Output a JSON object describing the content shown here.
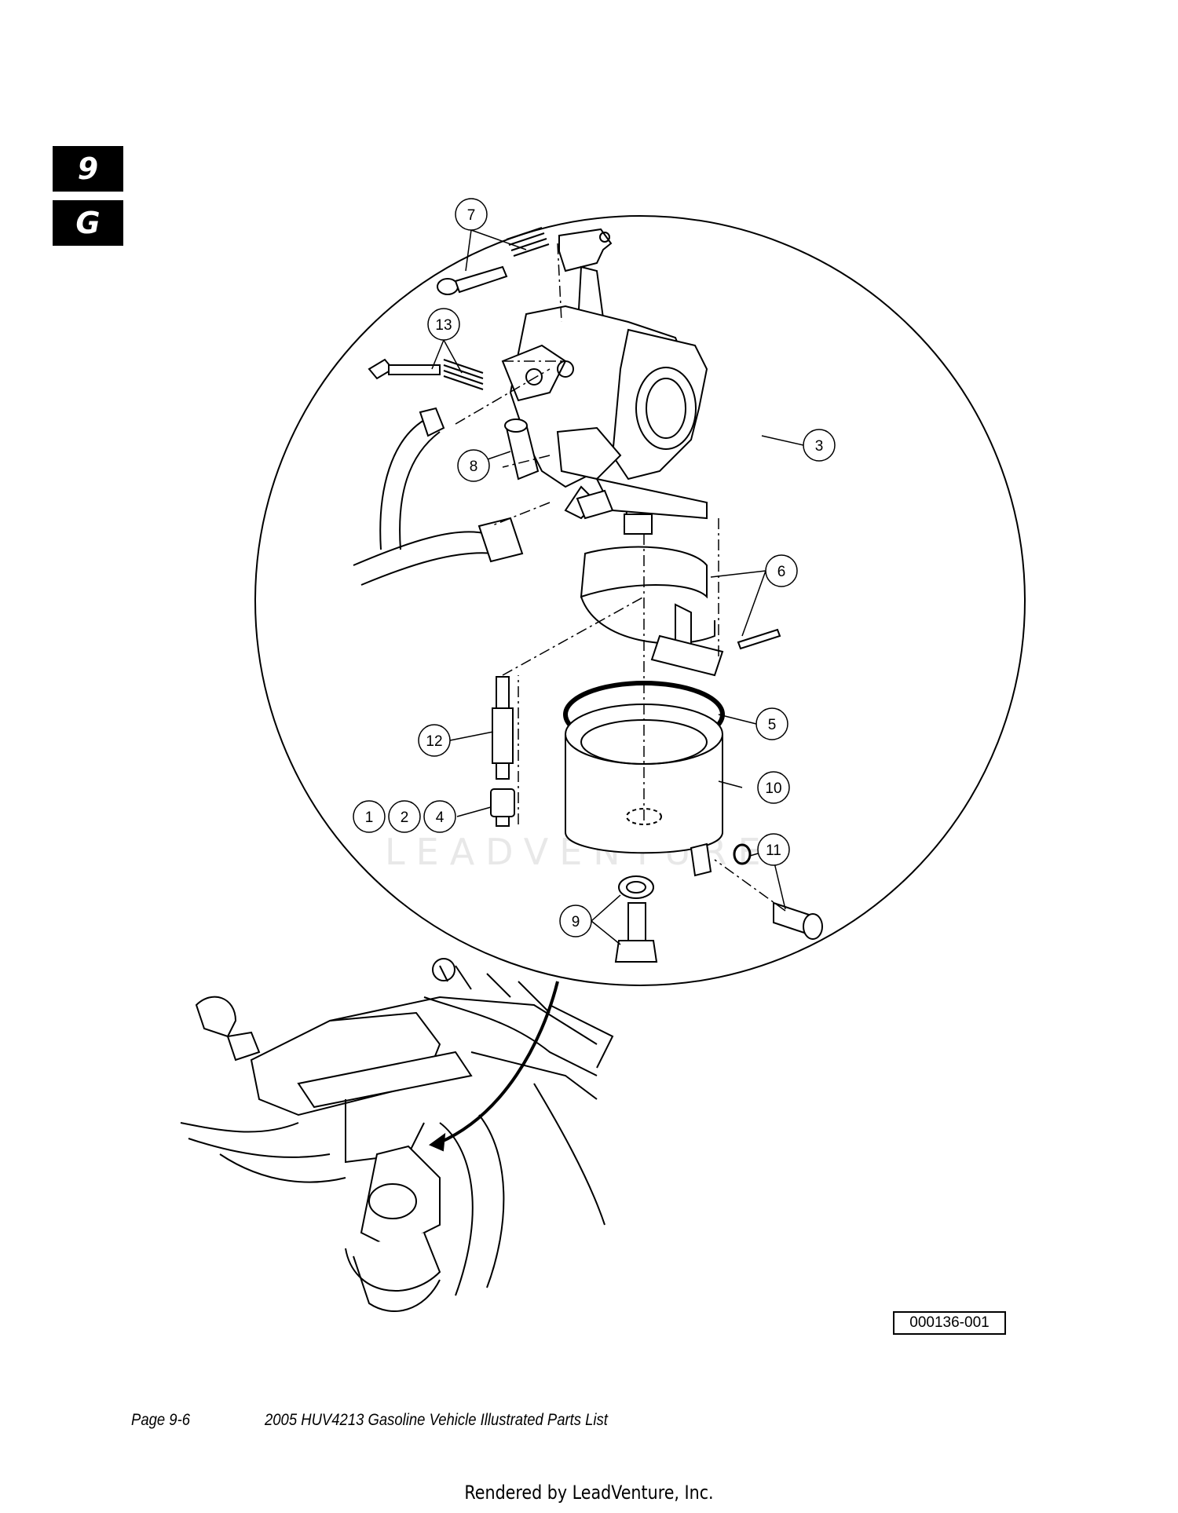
{
  "tabs": {
    "chapter": "9",
    "section": "G"
  },
  "callouts": [
    {
      "id": "c7",
      "label": "7"
    },
    {
      "id": "c13",
      "label": "13"
    },
    {
      "id": "c8",
      "label": "8"
    },
    {
      "id": "c3",
      "label": "3"
    },
    {
      "id": "c6",
      "label": "6"
    },
    {
      "id": "c5",
      "label": "5"
    },
    {
      "id": "c12",
      "label": "12"
    },
    {
      "id": "c10",
      "label": "10"
    },
    {
      "id": "c1",
      "label": "1"
    },
    {
      "id": "c2",
      "label": "2"
    },
    {
      "id": "c4",
      "label": "4"
    },
    {
      "id": "c11",
      "label": "11"
    },
    {
      "id": "c9",
      "label": "9"
    }
  ],
  "drawing_ref": "000136-001",
  "watermark": "LEADVENTURE",
  "footer": {
    "page": "Page 9-6",
    "title": "2005 HUV4213 Gasoline Vehicle Illustrated Parts List"
  },
  "rendered_by": "Rendered by LeadVenture, Inc."
}
